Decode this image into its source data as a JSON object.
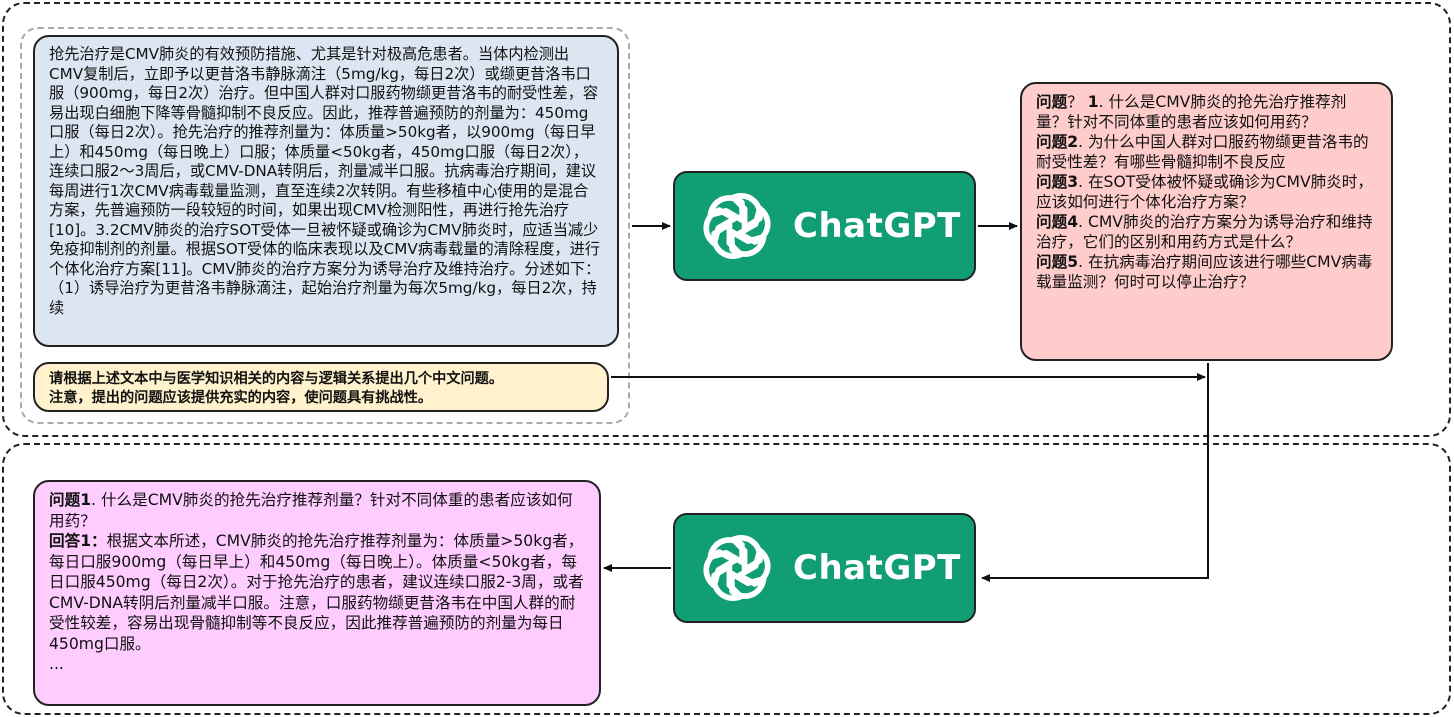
{
  "context_text": "抢先治疗是CMV肺炎的有效预防措施、尤其是针对极高危患者。当体内检测出CMV复制后，立即予以更昔洛韦静脉滴注（5mg/kg，每日2次）或缬更昔洛韦口服（900mg，每日2次）治疗。但中国人群对口服药物缬更昔洛韦的耐受性差，容易出现白细胞下降等骨髓抑制不良反应。因此，推荐普遍预防的剂量为：450mg口服（每日2次）。抢先治疗的推荐剂量为：体质量>50kg者，以900mg（每日早上）和450mg（每日晚上）口服；体质量<50kg者，450mg口服（每日2次），连续口服2～3周后，或CMV-DNA转阴后，剂量减半口服。抗病毒治疗期间，建议每周进行1次CMV病毒载量监测，直至连续2次转阴。有些移植中心使用的是混合方案，先普遍预防一段较短的时间，如果出现CMV检测阳性，再进行抢先治疗[10]。3.2CMV肺炎的治疗SOT受体一旦被怀疑或确诊为CMV肺炎时，应适当减少免疫抑制剂的剂量。根据SOT受体的临床表现以及CMV病毒载量的清除程度，进行个体化治疗方案[11]。CMV肺炎的治疗方案分为诱导治疗及维持治疗。分述如下：（1）诱导治疗为更昔洛韦静脉滴注，起始治疗剂量为每次5mg/kg，每日2次，持续",
  "instruction": {
    "line1": "请根据上述文本中与医学知识相关的内容与逻辑关系提出几个中文问题。",
    "line2": "注意，提出的问题应该提供充实的内容，使问题具有挑战性。"
  },
  "chatgpt_label": "ChatGPT",
  "questions": [
    {
      "label": "问题",
      "sep": "？",
      "num": "1",
      "text": ". 什么是CMV肺炎的抢先治疗推荐剂量？针对不同体重的患者应该如何用药？"
    },
    {
      "label": "问题2",
      "sep": "",
      "num": "",
      "text": ". 为什么中国人群对口服药物缬更昔洛韦的耐受性差？有哪些骨髓抑制不良反应"
    },
    {
      "label": "问题3",
      "sep": "",
      "num": "",
      "text": ". 在SOT受体被怀疑或确诊为CMV肺炎时，应该如何进行个体化治疗方案？"
    },
    {
      "label": "问题4",
      "sep": "",
      "num": "",
      "text": ". CMV肺炎的治疗方案分为诱导治疗和维持治疗，它们的区别和用药方式是什么？"
    },
    {
      "label": "问题5",
      "sep": "",
      "num": "",
      "text": ". 在抗病毒治疗期间应该进行哪些CMV病毒载量监测？何时可以停止治疗？"
    }
  ],
  "answer": {
    "q_label": "问题1",
    "q_text": ". 什么是CMV肺炎的抢先治疗推荐剂量？针对不同体重的患者应该如何用药？",
    "a_label": "回答1：",
    "a_text": "根据文本所述，CMV肺炎的抢先治疗推荐剂量为：体质量>50kg者，每日口服900mg（每日早上）和450mg（每日晚上）。体质量<50kg者，每日口服450mg（每日2次）。对于抢先治疗的患者，建议连续口服2-3周，或者CMV-DNA转阴后剂量减半口服。注意，口服药物缬更昔洛韦在中国人群的耐受性较差，容易出现骨髓抑制等不良反应，因此推荐普遍预防的剂量为每日450mg口服。",
    "ellipsis": "..."
  },
  "colors": {
    "chatgpt_green": "#129e74",
    "context_bg": "#dce6f2",
    "instruction_bg": "#fff2cc",
    "questions_bg": "#ffcccc",
    "answer_bg": "#ffccff"
  },
  "icons": [
    "openai-logo-icon",
    "arrow-icon"
  ]
}
